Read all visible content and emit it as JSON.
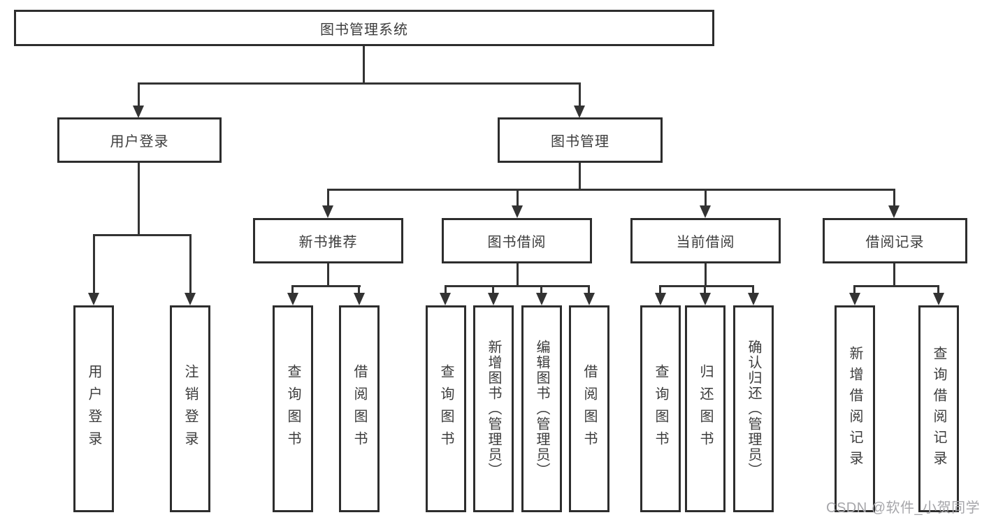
{
  "diagram": {
    "root_label": "图书管理系统",
    "level2": {
      "user_login": "用户登录",
      "book_mgmt": "图书管理"
    },
    "level3": {
      "new_books": "新书推荐",
      "book_borrow": "图书借阅",
      "current_borrow": "当前借阅",
      "borrow_records": "借阅记录"
    },
    "leaves": {
      "user_login": [
        "用户登录",
        "注销登录"
      ],
      "new_books": [
        "查询图书",
        "借阅图书"
      ],
      "book_borrow": [
        "查询图书",
        "新增图书（管理员）",
        "编辑图书（管理员）",
        "借阅图书"
      ],
      "current_borrow": [
        "查询图书",
        "归还图书",
        "确认归还（管理员）"
      ],
      "borrow_records": [
        "新增借阅记录",
        "查询借阅记录"
      ]
    },
    "watermark": "CSDN @软件_小贺同学"
  }
}
